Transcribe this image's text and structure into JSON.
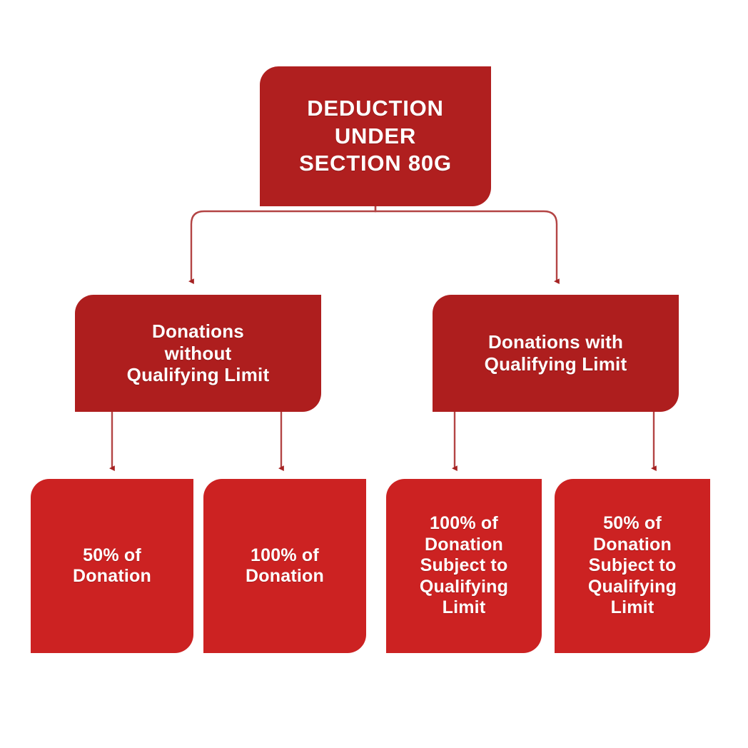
{
  "diagram": {
    "title": "Deduction Under Section 80G",
    "background_color": "#FFFFFF",
    "connector_color": "#B34444",
    "palette": {
      "root_fill": "#B01F1F",
      "level2_fill": "#AE1E1E",
      "level3_fill": "#CC2222",
      "text_color": "#FFFFFF"
    },
    "nodes": {
      "root": {
        "label": "DEDUCTION\nUNDER\nSECTION 80G",
        "level": 1
      },
      "without_limit": {
        "label": "Donations\nwithout\nQualifying Limit",
        "level": 2
      },
      "with_limit": {
        "label": "Donations with\nQualifying Limit",
        "level": 2
      },
      "fifty_donation": {
        "label": "50% of\nDonation",
        "level": 3
      },
      "hundred_donation": {
        "label": "100% of\nDonation",
        "level": 3
      },
      "hundred_subject": {
        "label": "100% of\nDonation\nSubject to\nQualifying\nLimit",
        "level": 3
      },
      "fifty_subject": {
        "label": "50% of\nDonation\nSubject to\nQualifying\nLimit",
        "level": 3
      }
    },
    "edges": [
      {
        "from": "root",
        "to": "without_limit",
        "style": "elbow-arrow"
      },
      {
        "from": "root",
        "to": "with_limit",
        "style": "elbow-arrow"
      },
      {
        "from": "without_limit",
        "to": "fifty_donation",
        "style": "straight-arrow"
      },
      {
        "from": "without_limit",
        "to": "hundred_donation",
        "style": "straight-arrow"
      },
      {
        "from": "with_limit",
        "to": "hundred_subject",
        "style": "straight-arrow"
      },
      {
        "from": "with_limit",
        "to": "fifty_subject",
        "style": "straight-arrow"
      }
    ]
  }
}
